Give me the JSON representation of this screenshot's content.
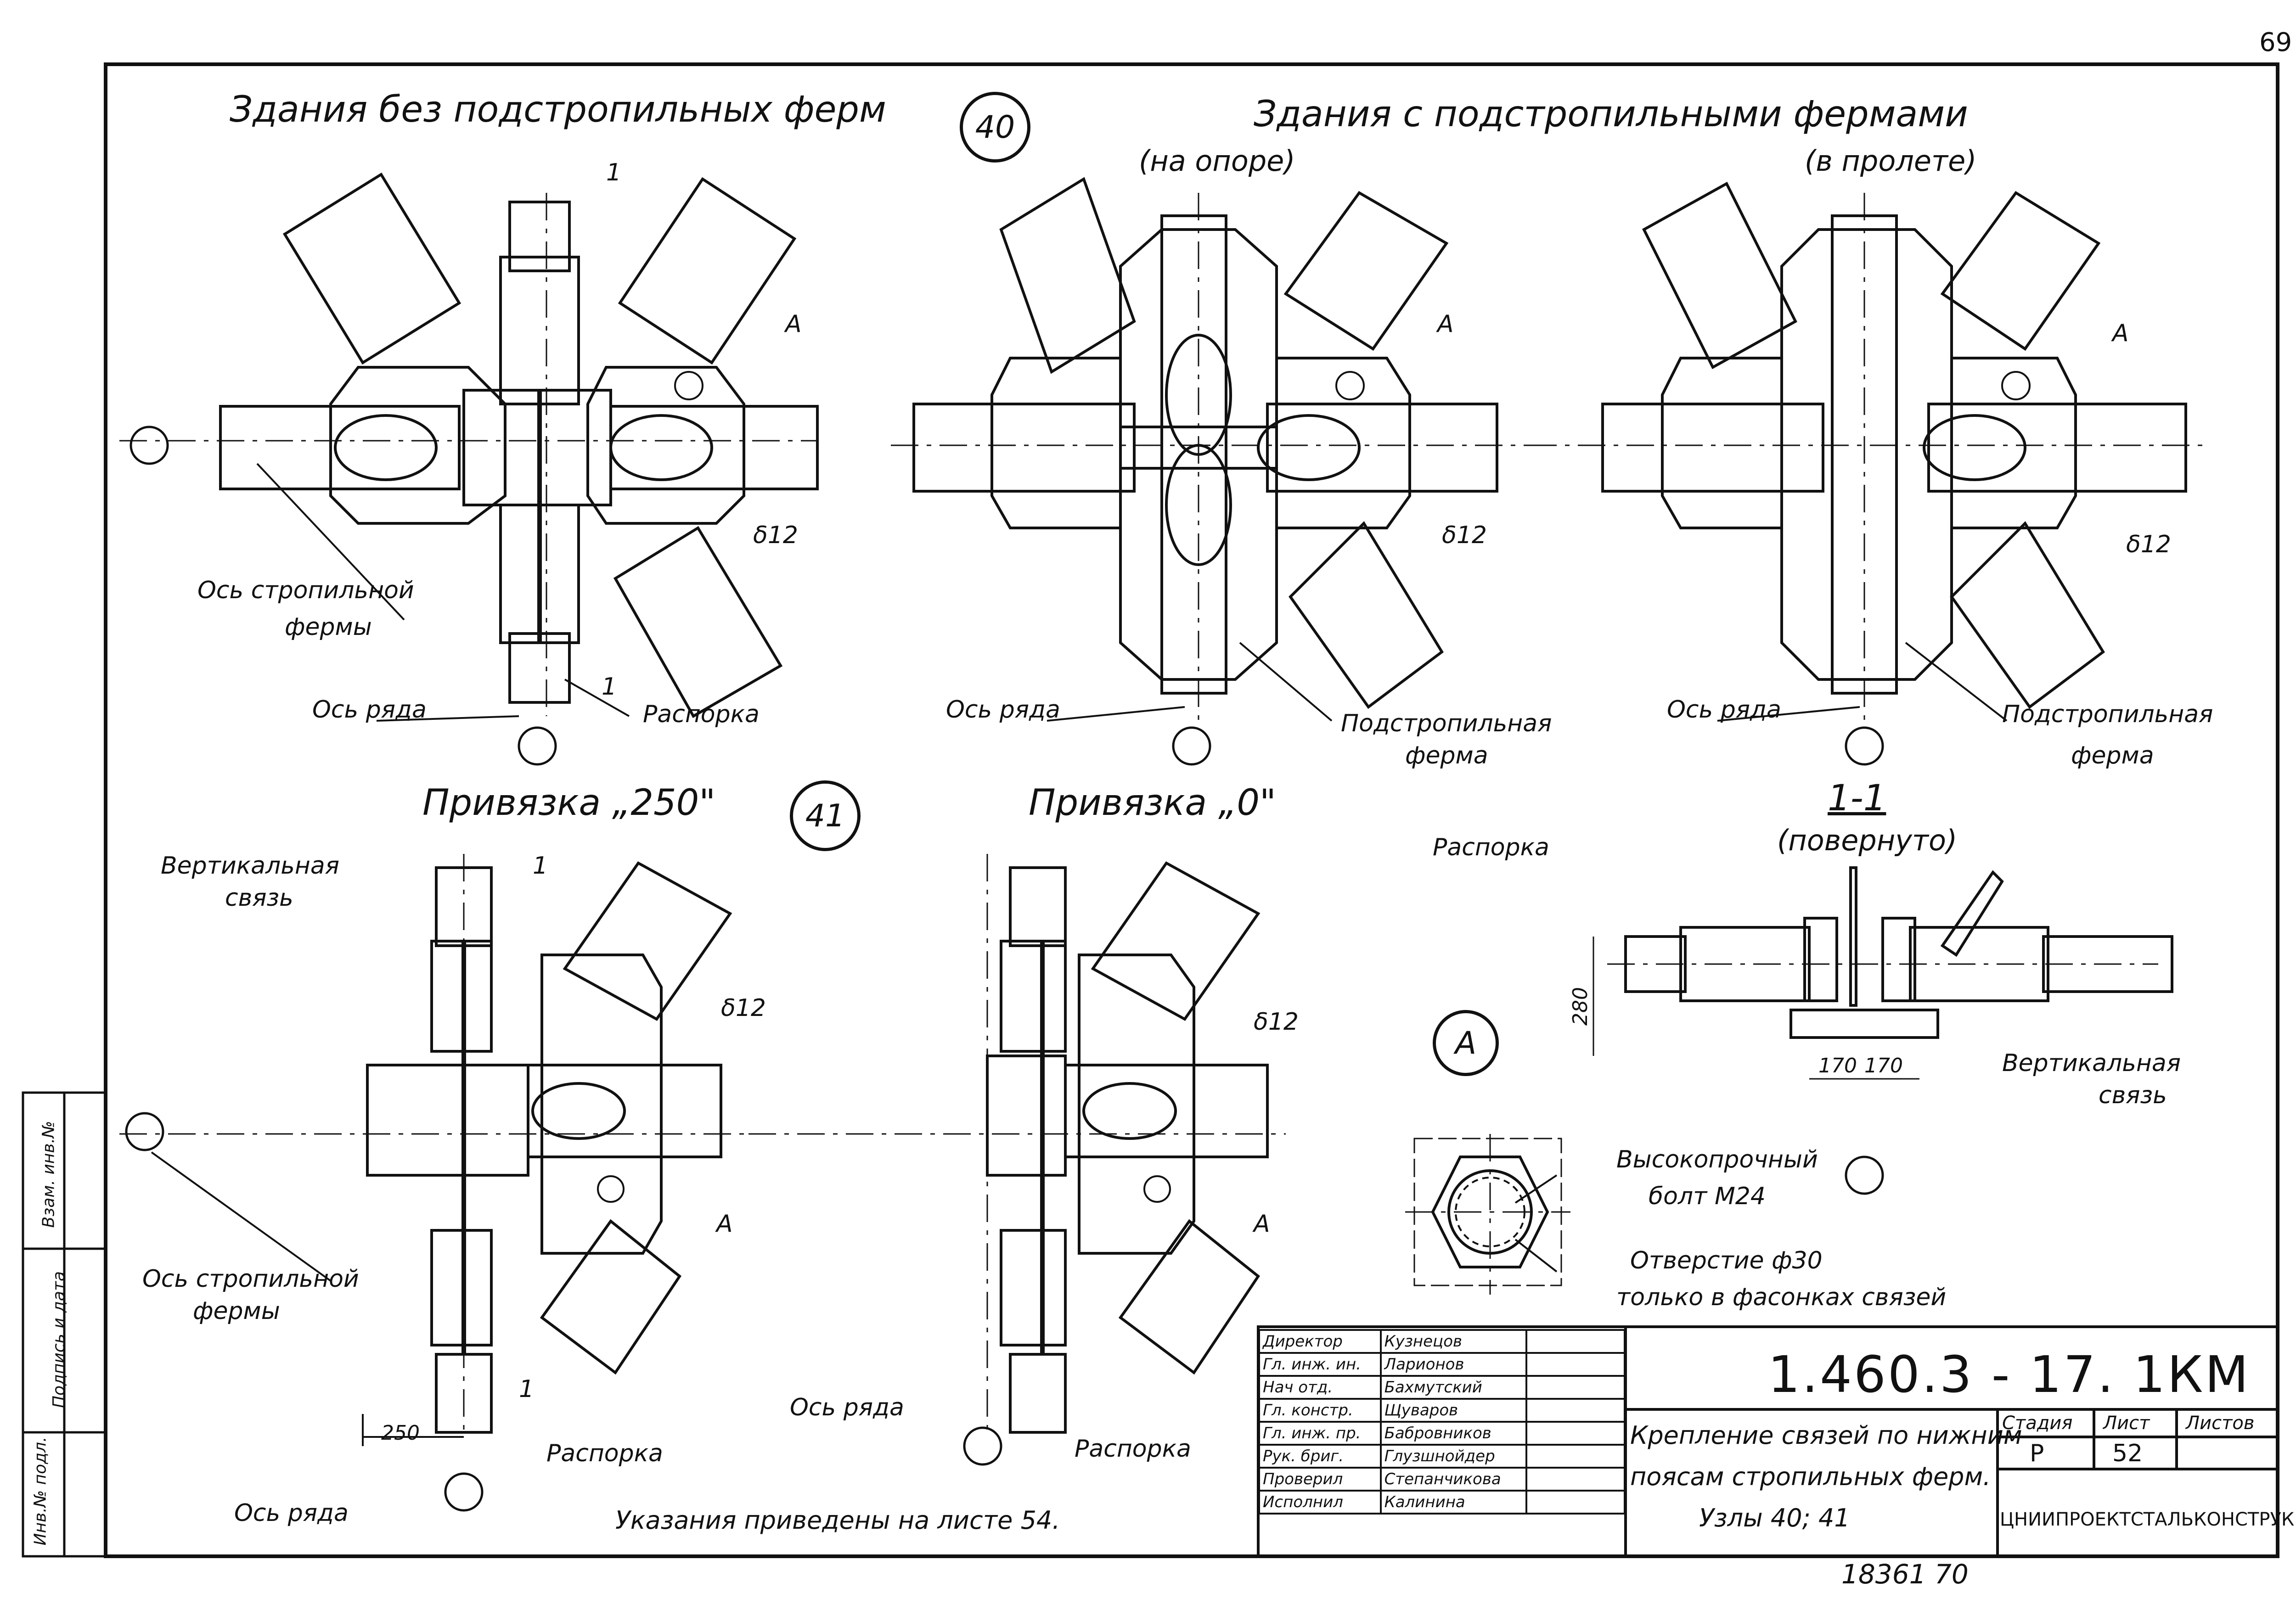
{
  "sheet": {
    "page_number": "69",
    "bottom_stamp": "18361 70"
  },
  "node40": {
    "circle": "40",
    "title_left": "Здания без подстропильных ферм",
    "title_right": "Здания   с подстропильными фермами",
    "sub_support": "(на опоре)",
    "sub_span": "(в пролете)",
    "label_axis_truss_1": "Ось стропильной",
    "label_axis_truss_2": "фермы",
    "label_axis_row": "Ось ряда",
    "label_strut": "Распорка",
    "label_subtruss_1": "Подстропильная",
    "label_subtruss_2": "ферма",
    "label_thickness": "δ12",
    "label_A": "А",
    "section_mark": "1"
  },
  "node41": {
    "circle": "41",
    "title_250": "Привязка „250\"",
    "title_0": "Привязка „0\"",
    "label_vert_1": "Вертикальная",
    "label_vert_2": "связь",
    "label_axis_truss_1": "Ось стропильной",
    "label_axis_truss_2": "фермы",
    "label_axis_row": "Ось ряда",
    "label_strut": "Распорка",
    "dim_250": "250",
    "label_thickness": "δ12",
    "label_A": "А",
    "section_mark": "1"
  },
  "section11": {
    "title": "1-1",
    "subtitle": "(повернуто)",
    "label_strut": "Распорка",
    "label_vert_1": "Вертикальная",
    "label_vert_2": "связь",
    "dim_280": "280",
    "dim_170a": "170",
    "dim_170b": "170"
  },
  "detailA": {
    "circle": "А",
    "bolt_1": "Высокопрочный",
    "bolt_2": "болт М24",
    "hole_1": "Отверстие ф30",
    "hole_2": "только в фасонках связей"
  },
  "note": "Указания    приведены    на листе 54.",
  "side_stamp": {
    "cell1": "Инв.№ подл.",
    "cell2": "Подпись и дата",
    "cell3": "Взам. инв.№"
  },
  "title_block": {
    "code": "1.460.3 - 17. 1КМ",
    "title_1": "Крепление связей по нижним",
    "title_2": "поясам стропильных ферм.",
    "title_3": "Узлы  40; 41",
    "stage_label": "Стадия",
    "sheet_label": "Лист",
    "sheets_label": "Листов",
    "stage_value": "Р",
    "sheet_value": "52",
    "sheets_value": "",
    "org": "ЦНИИПРОЕКТСТАЛЬКОНСТРУКЦИЯ",
    "people": [
      {
        "role": "Директор",
        "name": "Кузнецов"
      },
      {
        "role": "Гл. инж. ин.",
        "name": "Ларионов"
      },
      {
        "role": "Нач отд.",
        "name": "Бахмутский"
      },
      {
        "role": "Гл. констр.",
        "name": "Щуваров"
      },
      {
        "role": "Гл. инж. пр.",
        "name": "Бабровников"
      },
      {
        "role": "Рук. бриг.",
        "name": "Глузшнойдер"
      },
      {
        "role": "Проверил",
        "name": "Степанчикова"
      },
      {
        "role": "Исполнил",
        "name": "Калинина"
      }
    ]
  }
}
